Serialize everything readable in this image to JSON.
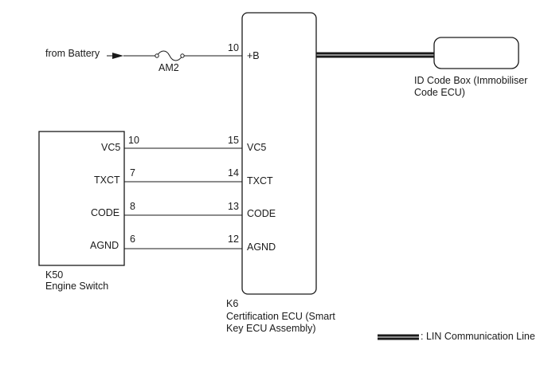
{
  "battery": {
    "label": "from Battery"
  },
  "fuse": {
    "label": "AM2"
  },
  "ecu": {
    "connector": "K6",
    "name_line1": "Certification ECU (Smart",
    "name_line2": "Key ECU Assembly)",
    "pins": [
      {
        "pin": "10",
        "name": "+B"
      },
      {
        "pin": "15",
        "name": "VC5"
      },
      {
        "pin": "14",
        "name": "TXCT"
      },
      {
        "pin": "13",
        "name": "CODE"
      },
      {
        "pin": "12",
        "name": "AGND"
      }
    ]
  },
  "engine_switch": {
    "connector": "K50",
    "name": "Engine Switch",
    "pins": [
      {
        "pin": "10",
        "name": "VC5"
      },
      {
        "pin": "7",
        "name": "TXCT"
      },
      {
        "pin": "8",
        "name": "CODE"
      },
      {
        "pin": "6",
        "name": "AGND"
      }
    ]
  },
  "id_box": {
    "name_line1": "ID Code Box (Immobiliser",
    "name_line2": "Code ECU)"
  },
  "legend": {
    "label": ": LIN Communication Line"
  }
}
